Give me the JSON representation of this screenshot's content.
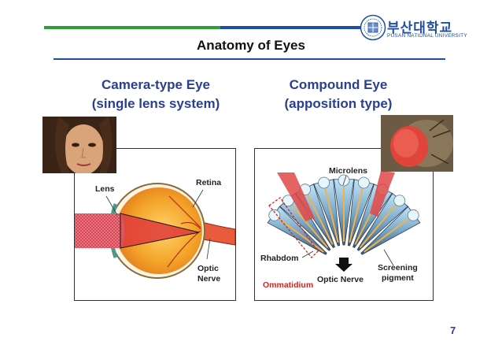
{
  "header": {
    "title": "Anatomy of Eyes",
    "logo_korean": "부산대학교",
    "logo_english": "PUSAN NATIONAL UNIVERSITY"
  },
  "left": {
    "heading_line1": "Camera-type Eye",
    "heading_line2": "(single lens system)",
    "labels": {
      "lens": "Lens",
      "retina": "Retina",
      "optic_line1": "Optic",
      "optic_line2": "Nerve"
    }
  },
  "right": {
    "heading_line1": "Compound Eye",
    "heading_line2": "(apposition type)",
    "labels": {
      "microlens": "Microlens",
      "rhabdom": "Rhabdom",
      "ommatidium": "Ommatidium",
      "optic_nerve": "Optic Nerve",
      "screening_line1": "Screening",
      "screening_line2": "pigment"
    }
  },
  "footer": {
    "page_number": "7"
  },
  "colors": {
    "accent_green": "#2e9d3a",
    "accent_blue": "#1f4fa0",
    "heading_blue": "#2a3f8f",
    "ommatidium_red": "#d1261e"
  }
}
